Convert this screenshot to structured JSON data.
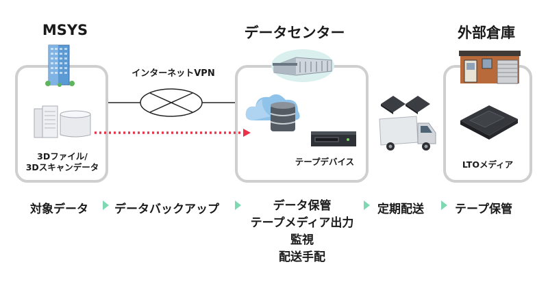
{
  "sites": {
    "msys": "MSYS",
    "datacenter": "データセンター",
    "warehouse": "外部倉庫"
  },
  "network_label": "インターネットVPN",
  "labels": {
    "files_line1": "3Dファイル/",
    "files_line2": "3Dスキャンデータ",
    "tape_device": "テープデバイス",
    "lto_media": "LTOメディア"
  },
  "flow": {
    "step1": "対象データ",
    "step2": "データバックアップ",
    "step3_items": [
      "データ保管",
      "テープメディア出力",
      "監視",
      "配送手配"
    ],
    "step4": "定期配送",
    "step5": "テープ保管"
  },
  "colors": {
    "box_border": "#cfcfcf",
    "dotted_arrow": "#e8334a",
    "flow_arrow": "#7ed9b3",
    "text": "#1a1a1a"
  }
}
